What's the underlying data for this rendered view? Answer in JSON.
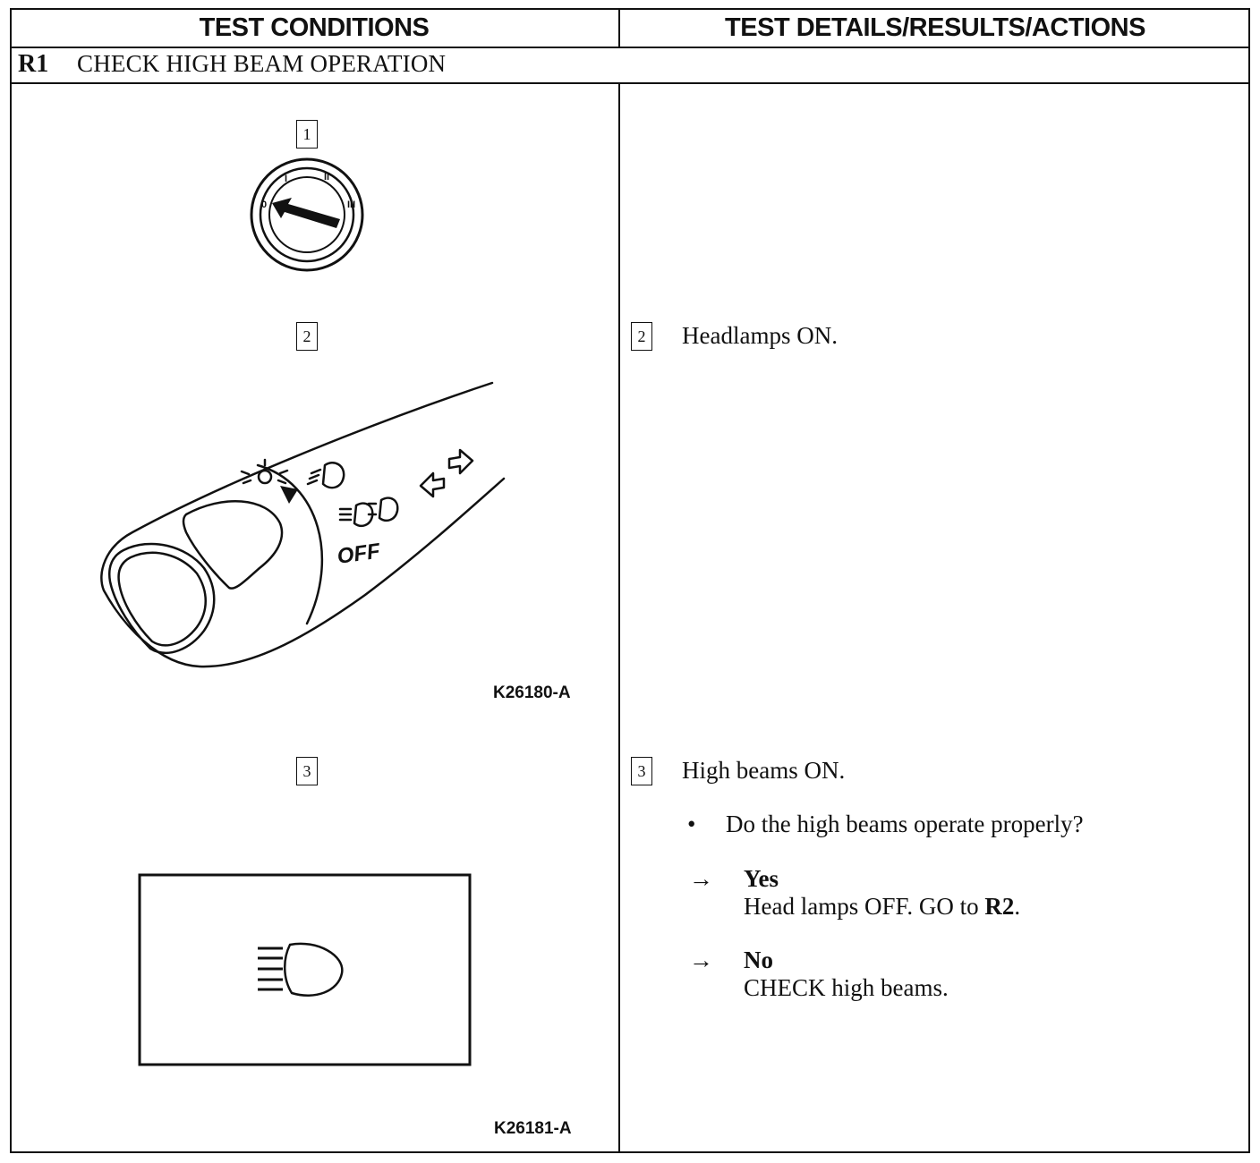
{
  "header": {
    "left_title": "TEST CONDITIONS",
    "right_title": "TEST DETAILS/RESULTS/ACTIONS"
  },
  "step": {
    "id": "R1",
    "title": "CHECK HIGH BEAM OPERATION"
  },
  "left": {
    "markers": [
      "1",
      "2",
      "3"
    ],
    "ignition_labels": [
      "0",
      "I",
      "II",
      "III"
    ],
    "switch_label_off": "OFF",
    "figure_ids": [
      "K26180-A",
      "K26181-A"
    ]
  },
  "right": {
    "step2": {
      "marker": "2",
      "text": "Headlamps ON."
    },
    "step3": {
      "marker": "3",
      "text": "High beams ON."
    },
    "question": "Do the high beams operate properly?",
    "yes": {
      "label": "Yes",
      "action_prefix": "Head lamps OFF. GO to ",
      "action_ref": "R2",
      "action_suffix": "."
    },
    "no": {
      "label": "No",
      "action": "CHECK high beams."
    },
    "arrow": "→",
    "bullet": "•"
  },
  "icons": [
    "ignition-switch-icon",
    "headlamp-switch-icon",
    "high-beam-icon"
  ]
}
